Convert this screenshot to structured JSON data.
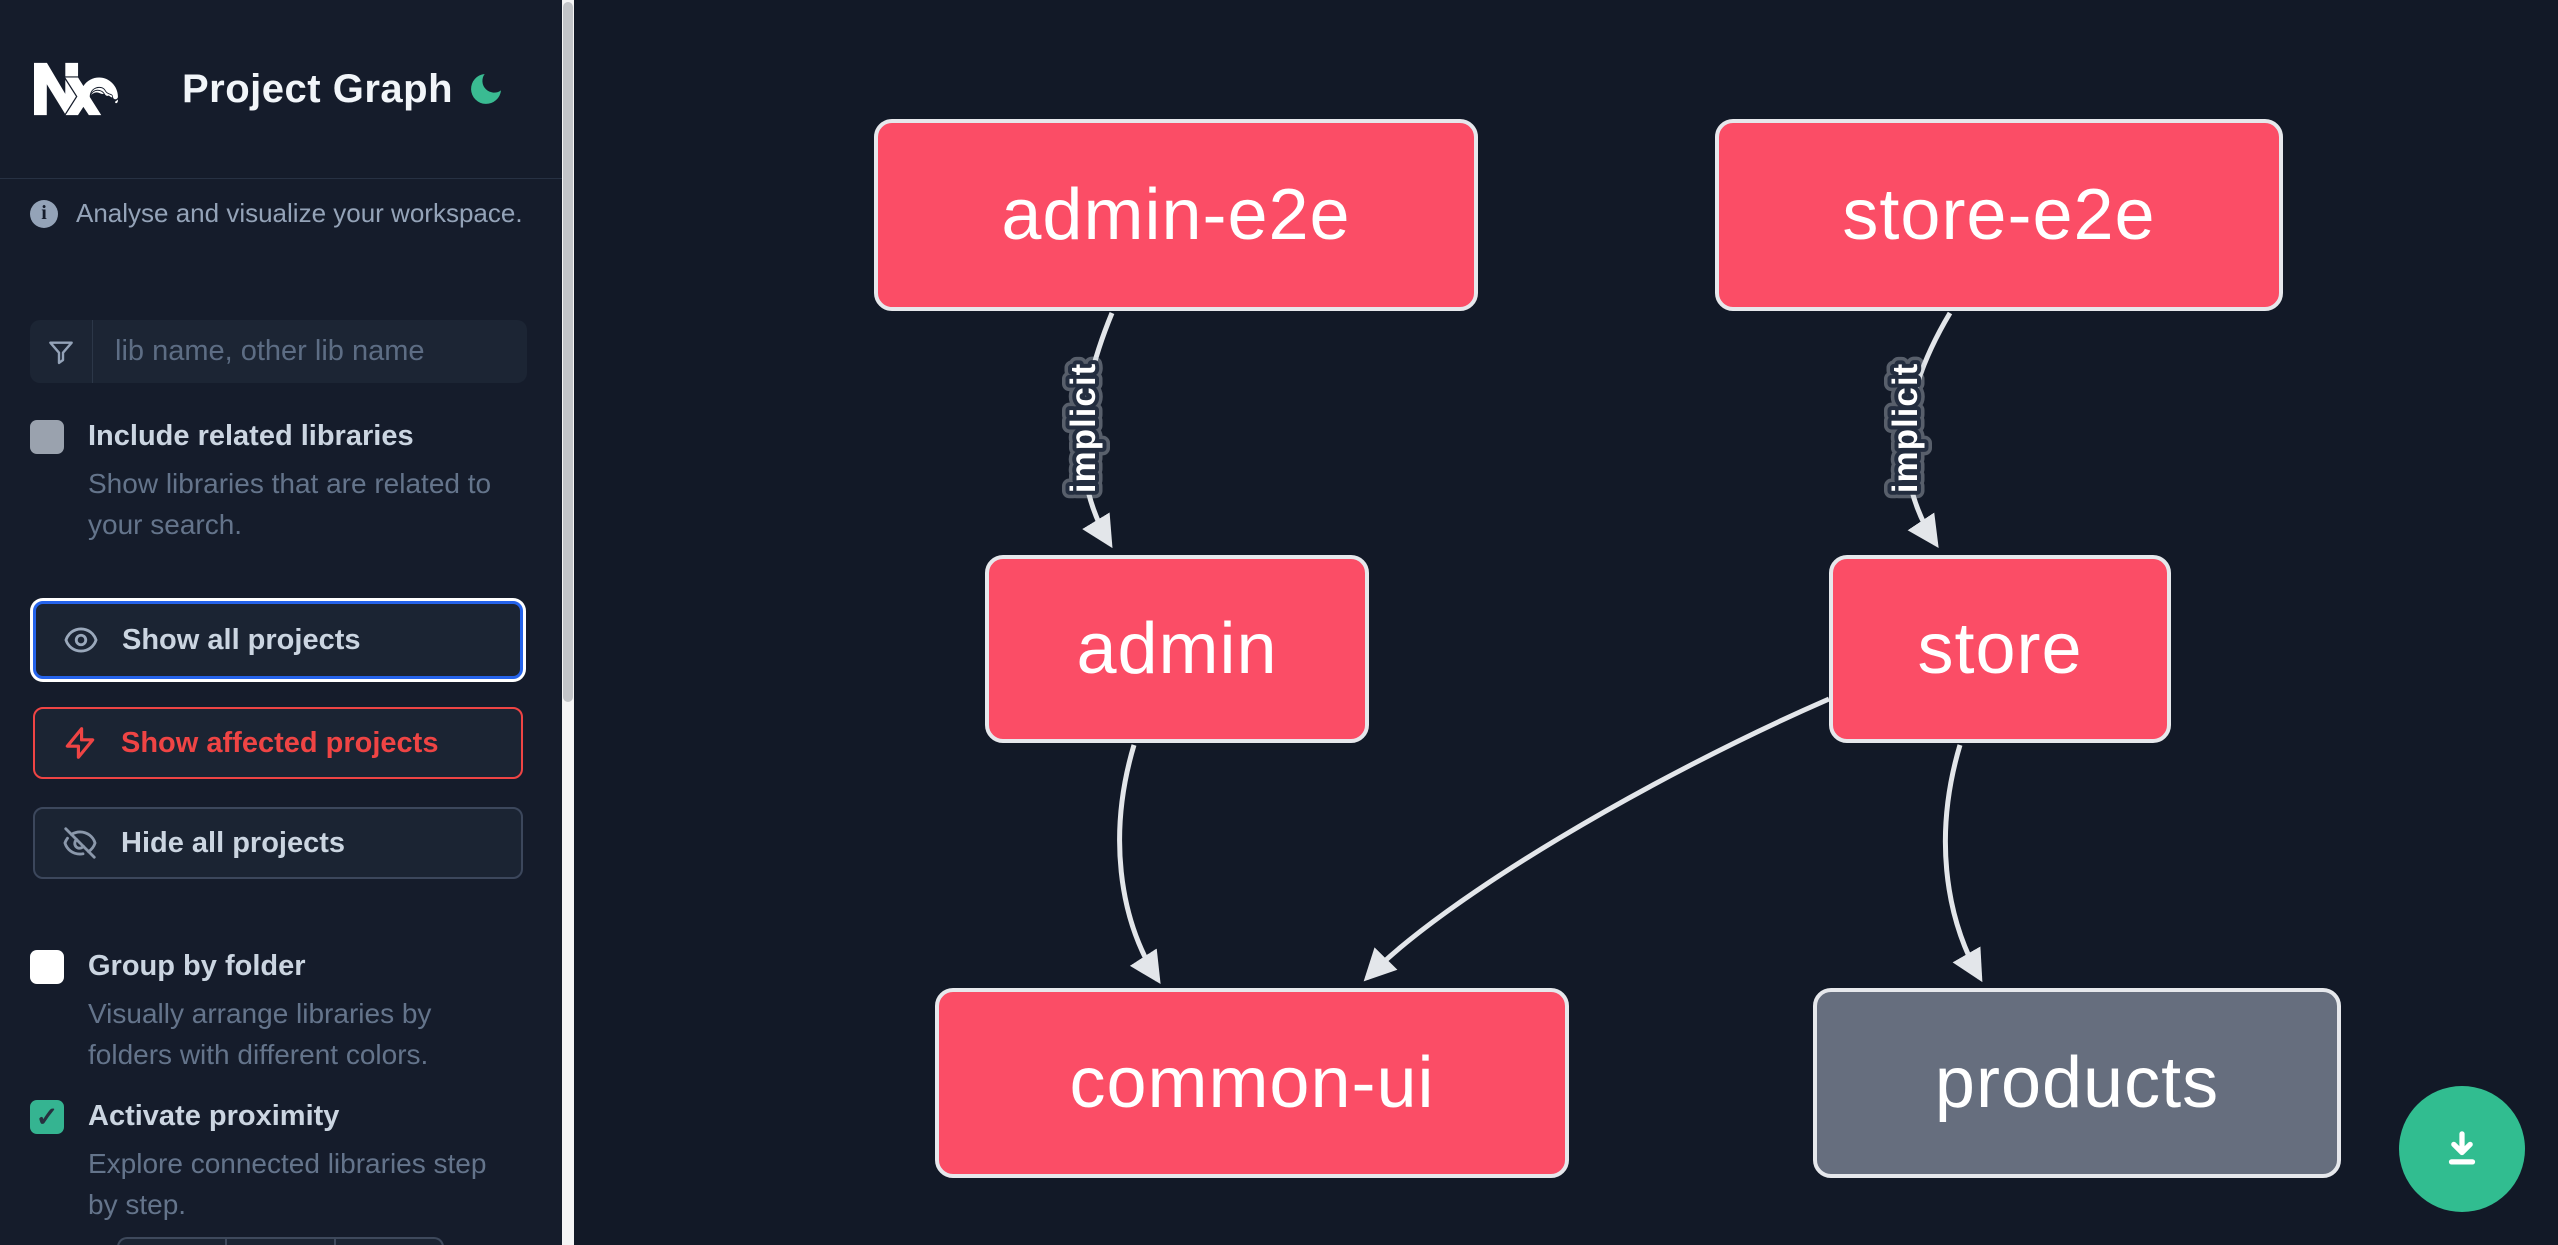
{
  "header": {
    "title": "Project Graph",
    "logo": "nx-logo",
    "theme_toggle": "moon-icon"
  },
  "sidebar": {
    "info_text": "Analyse and visualize your workspace.",
    "search": {
      "placeholder": "lib name, other lib name",
      "value": "",
      "icon": "filter-funnel-icon"
    },
    "toggles": [
      {
        "label": "Include related libraries",
        "description": "Show libraries that are related to your search.",
        "checked": false
      },
      {
        "label": "Group by folder",
        "description": "Visually arrange libraries by folders with different colors.",
        "checked": false
      },
      {
        "label": "Activate proximity",
        "description": "Explore connected libraries step by step.",
        "checked": true
      }
    ],
    "checkmark": "✓",
    "buttons": [
      {
        "label": "Show all projects",
        "icon": "eye-icon",
        "state": "focused"
      },
      {
        "label": "Show affected projects",
        "icon": "bolt-icon",
        "state": "affected"
      },
      {
        "label": "Hide all projects",
        "icon": "eye-off-icon",
        "state": "default"
      }
    ]
  },
  "graph": {
    "edge_label": "implicit",
    "nodes": [
      {
        "id": "admin-e2e",
        "label": "admin-e2e",
        "color": "pink"
      },
      {
        "id": "store-e2e",
        "label": "store-e2e",
        "color": "pink"
      },
      {
        "id": "admin",
        "label": "admin",
        "color": "pink"
      },
      {
        "id": "store",
        "label": "store",
        "color": "pink"
      },
      {
        "id": "common-ui",
        "label": "common-ui",
        "color": "pink"
      },
      {
        "id": "products",
        "label": "products",
        "color": "gray"
      }
    ],
    "edges": [
      {
        "from": "admin-e2e",
        "to": "admin",
        "label": "implicit"
      },
      {
        "from": "store-e2e",
        "to": "store",
        "label": "implicit"
      },
      {
        "from": "admin",
        "to": "common-ui",
        "label": ""
      },
      {
        "from": "store",
        "to": "common-ui",
        "label": ""
      },
      {
        "from": "store",
        "to": "products",
        "label": ""
      }
    ]
  },
  "controls": {
    "download": "download-icon"
  },
  "colors": {
    "background": "#121927",
    "sidebar_background": "#151c2b",
    "node_pink": "#fb4d66",
    "node_gray": "#666e7e",
    "node_border": "#e6e8ec",
    "edge": "#e3e6ea",
    "focus_blue": "#2563eb",
    "affected_red": "#ef4444",
    "accent_green": "#31bd90",
    "label_text": "#cbd5e1",
    "muted_text": "#64748b"
  }
}
